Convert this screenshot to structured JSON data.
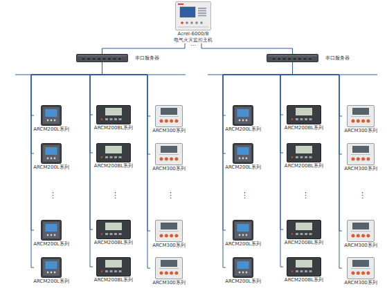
{
  "diagram": {
    "nodes": [
      {
        "text": [
          "Acrel-6000/B",
          "电气火灾监控主机"
        ]
      },
      {
        "text": [
          "串口服务器"
        ]
      },
      {
        "text": [
          "串口服务器"
        ]
      },
      {
        "text": [
          "ARCM200L系列"
        ]
      },
      {
        "text": [
          "ARCM200BL系列"
        ]
      },
      {
        "text": [
          "ARCM300系列"
        ]
      },
      {
        "text": [
          "ARCM200L系列"
        ]
      },
      {
        "text": [
          "ARCM200BL系列"
        ]
      },
      {
        "text": [
          "ARCM300系列"
        ]
      },
      {
        "text": [
          "ARCM200L系列"
        ]
      },
      {
        "text": [
          "ARCM200BL系列"
        ]
      },
      {
        "text": [
          "ARCM300系列"
        ]
      },
      {
        "text": [
          "ARCM200L系列"
        ]
      },
      {
        "text": [
          "ARCM200BL系列"
        ]
      },
      {
        "text": [
          "ARCM300系列"
        ]
      },
      {
        "text": [
          "ARCM200L系列"
        ]
      },
      {
        "text": [
          "ARCM200BL系列"
        ]
      },
      {
        "text": [
          "ARCM300系列"
        ]
      },
      {
        "text": [
          "ARCM200L系列"
        ]
      },
      {
        "text": [
          "ARCM200BL系列"
        ]
      },
      {
        "text": [
          "ARCM300系列"
        ]
      },
      {
        "text": [
          "ARCM200L系列"
        ]
      },
      {
        "text": [
          "ARCM200BL系列"
        ]
      },
      {
        "text": [
          "ARCM300系列"
        ]
      },
      {
        "text": [
          "ARCM200L系列"
        ]
      },
      {
        "text": [
          "ARCM200BL系列"
        ]
      },
      {
        "text": [
          "ARCM300系列"
        ]
      }
    ],
    "edges": [
      {
        "from": 0,
        "to": 1,
        "arrow": "none"
      },
      {
        "from": 0,
        "to": 2,
        "arrow": "none"
      },
      {
        "from": 1,
        "to": 3,
        "arrow": "none"
      },
      {
        "from": 1,
        "to": 4,
        "arrow": "none"
      },
      {
        "from": 1,
        "to": 5,
        "arrow": "none"
      },
      {
        "from": 1,
        "to": 9,
        "arrow": "none"
      },
      {
        "from": 1,
        "to": 10,
        "arrow": "none"
      },
      {
        "from": 1,
        "to": 11,
        "arrow": "none"
      },
      {
        "from": 1,
        "to": 15,
        "arrow": "none"
      },
      {
        "from": 1,
        "to": 16,
        "arrow": "none"
      },
      {
        "from": 1,
        "to": 17,
        "arrow": "none"
      },
      {
        "from": 1,
        "to": 21,
        "arrow": "none"
      },
      {
        "from": 1,
        "to": 22,
        "arrow": "none"
      },
      {
        "from": 1,
        "to": 23,
        "arrow": "none"
      },
      {
        "from": 2,
        "to": 6,
        "arrow": "none"
      },
      {
        "from": 2,
        "to": 7,
        "arrow": "none"
      },
      {
        "from": 2,
        "to": 8,
        "arrow": "none"
      },
      {
        "from": 2,
        "to": 12,
        "arrow": "none"
      },
      {
        "from": 2,
        "to": 13,
        "arrow": "none"
      },
      {
        "from": 2,
        "to": 14,
        "arrow": "none"
      },
      {
        "from": 2,
        "to": 18,
        "arrow": "none"
      },
      {
        "from": 2,
        "to": 19,
        "arrow": "none"
      },
      {
        "from": 2,
        "to": 20,
        "arrow": "none"
      },
      {
        "from": 2,
        "to": 24,
        "arrow": "none"
      },
      {
        "from": 2,
        "to": 25,
        "arrow": "none"
      },
      {
        "from": 2,
        "to": 26,
        "arrow": "none"
      }
    ],
    "labels": [
      "…",
      "⋮",
      "⋮",
      "⋮",
      "⋮",
      "⋮",
      "⋮"
    ]
  }
}
